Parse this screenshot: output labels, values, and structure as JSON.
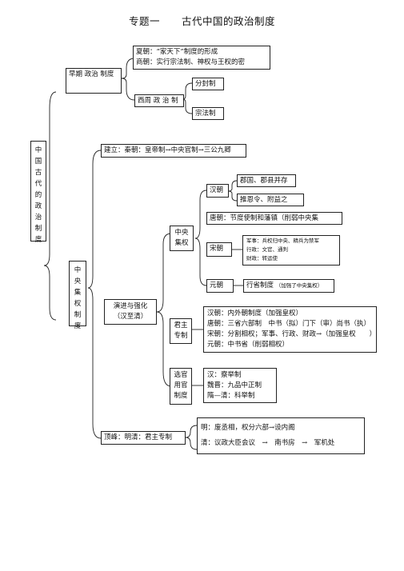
{
  "title": {
    "part1": "专题一",
    "part2": "古代中国的政治制度"
  },
  "root": "中国古代的政治制度",
  "early": {
    "label": "早期 政治 制度",
    "xia": "夏朝：“家天下”制度的形成",
    "shang": "商朝：实行宗法制、神权与王权的密",
    "xizhou": "西周 政 治 制",
    "fenfeng": "分封制",
    "zongfa": "宗法制"
  },
  "central": {
    "label": "中央集权制度",
    "qin": "建立：秦朝：皇帝制→中央官制→三公九卿",
    "evolve_line1": "演进与强化",
    "evolve_line2": "（汉至清）",
    "zhongyang": "中央集权",
    "han": "汉朝",
    "han_a": "郡国、郡县并存",
    "han_b": "推恩令、附益之",
    "tang": "唐朝：节度使制和藩镇（削弱中央集",
    "song": "宋朝",
    "song_lines": [
      "军事：兵权归中央、精兵为禁军",
      "行政：文官、通判",
      "财政：转运使"
    ],
    "yuan": "元朝",
    "yuan_a": "行省制度",
    "yuan_b": "（加强了中央集权）",
    "junzhu": "君主专制",
    "junzhu_lines": [
      "汉朝：内外朝制度（加强皇权）",
      "唐朝：三省六部制　中书（拟）门下（审）尚书（执）",
      "宋朝：分割相权；军事、行政、财政→（加强皇权　　）",
      "元朝：中书省（削弱相权）"
    ],
    "xuanguan": "选官用官制度",
    "xuanguan_lines": [
      "汉：察举制",
      "魏晋：九品中正制",
      "隋—清：科举制"
    ],
    "peak": "顶峰：明清：君主专制",
    "peak_lines": [
      "明：废丞相，权分六部→设内阁",
      "清：议政大臣会议　→　南书房　→　军机处"
    ]
  }
}
